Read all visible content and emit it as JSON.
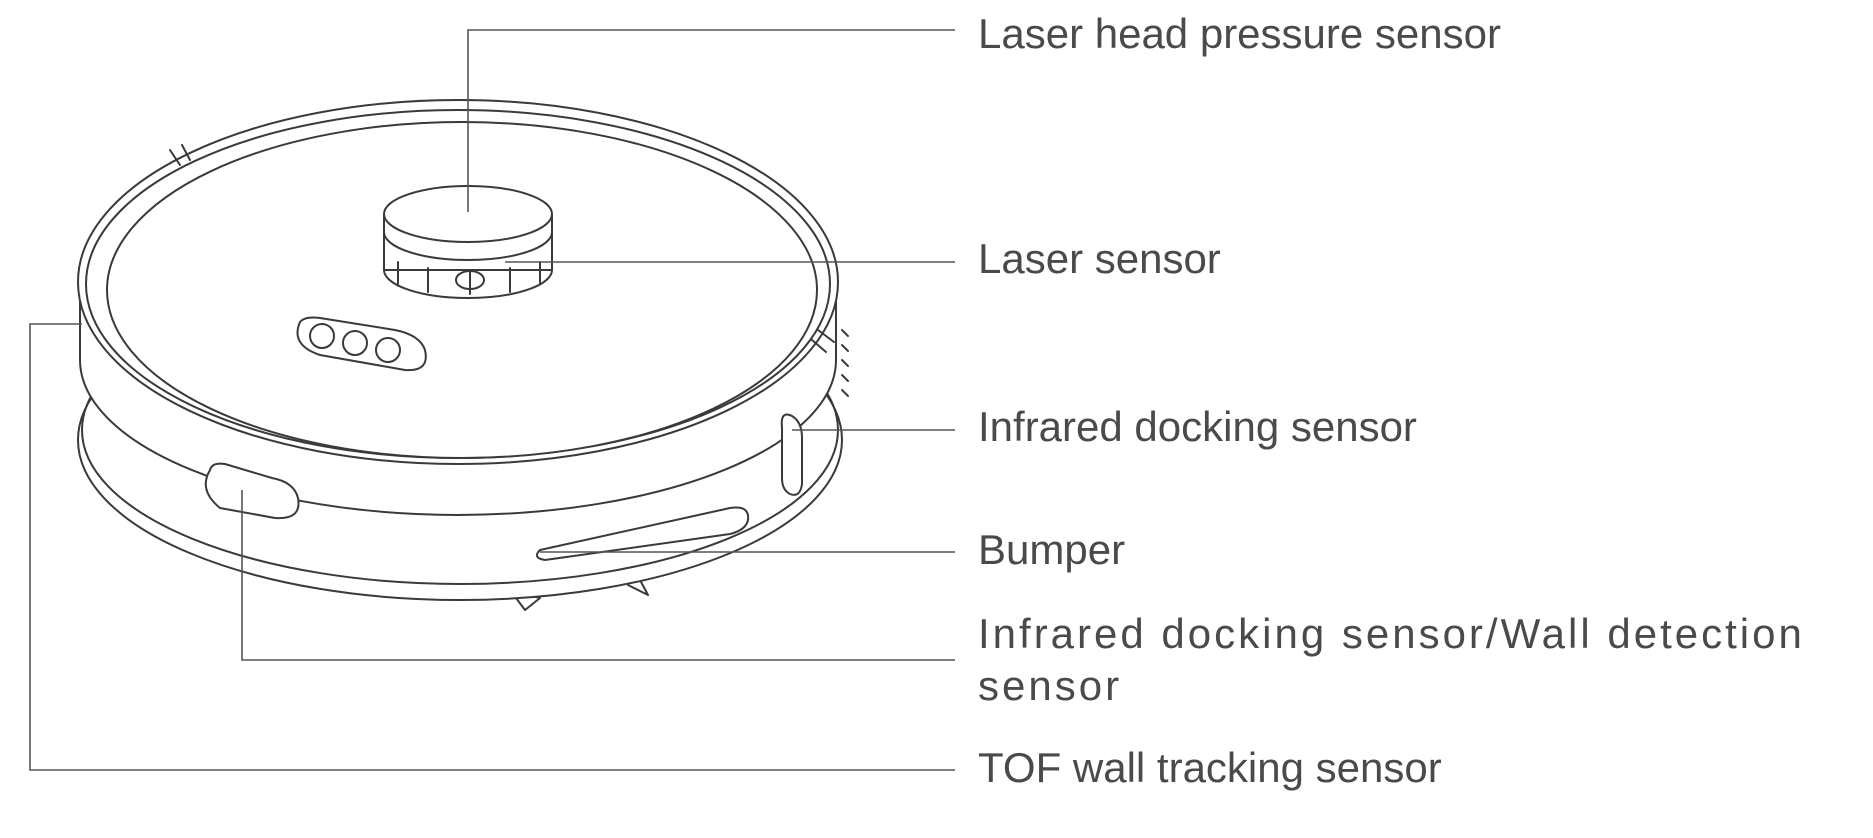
{
  "labels": {
    "laser_head_pressure_sensor": "Laser head pressure sensor",
    "laser_sensor": "Laser sensor",
    "infrared_docking_sensor": "Infrared docking sensor",
    "bumper": "Bumper",
    "infrared_docking_wall_detection_sensor": "Infrared docking sensor/Wall detection sensor",
    "tof_wall_tracking_sensor": "TOF wall tracking sensor"
  },
  "colors": {
    "line": "#3a3a3a",
    "text": "#4a4a4a",
    "background": "#ffffff"
  }
}
